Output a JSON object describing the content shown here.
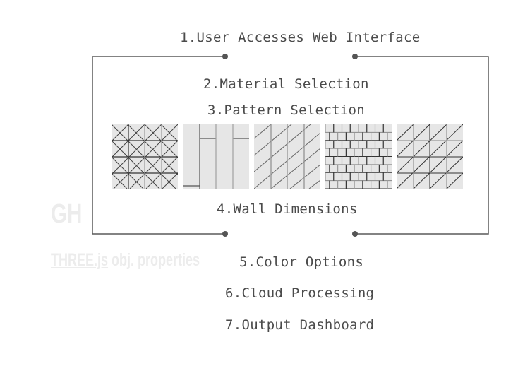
{
  "diagram": {
    "steps": [
      {
        "id": 1,
        "label": "1.User Accesses Web Interface"
      },
      {
        "id": 2,
        "label": "2.Material Selection"
      },
      {
        "id": 3,
        "label": "3.Pattern Selection"
      },
      {
        "id": 4,
        "label": "4.Wall Dimensions"
      },
      {
        "id": 5,
        "label": "5.Color Options"
      },
      {
        "id": 6,
        "label": "6.Cloud Processing"
      },
      {
        "id": 7,
        "label": "7.Output Dashboard"
      }
    ],
    "patterns": [
      {
        "name": "diamond-cross-grid"
      },
      {
        "name": "staggered-plank"
      },
      {
        "name": "diagonal-lines"
      },
      {
        "name": "brick-running-bond"
      },
      {
        "name": "triangle-grid"
      }
    ],
    "watermarks": {
      "gh": "GH",
      "three_link": "THREE.js",
      "three_rest": " obj. properties"
    },
    "colors": {
      "line": "#5a5a5a",
      "text": "#4b4b4b",
      "tile_bg": "#e6e6e6",
      "watermark": "#ececec"
    }
  }
}
